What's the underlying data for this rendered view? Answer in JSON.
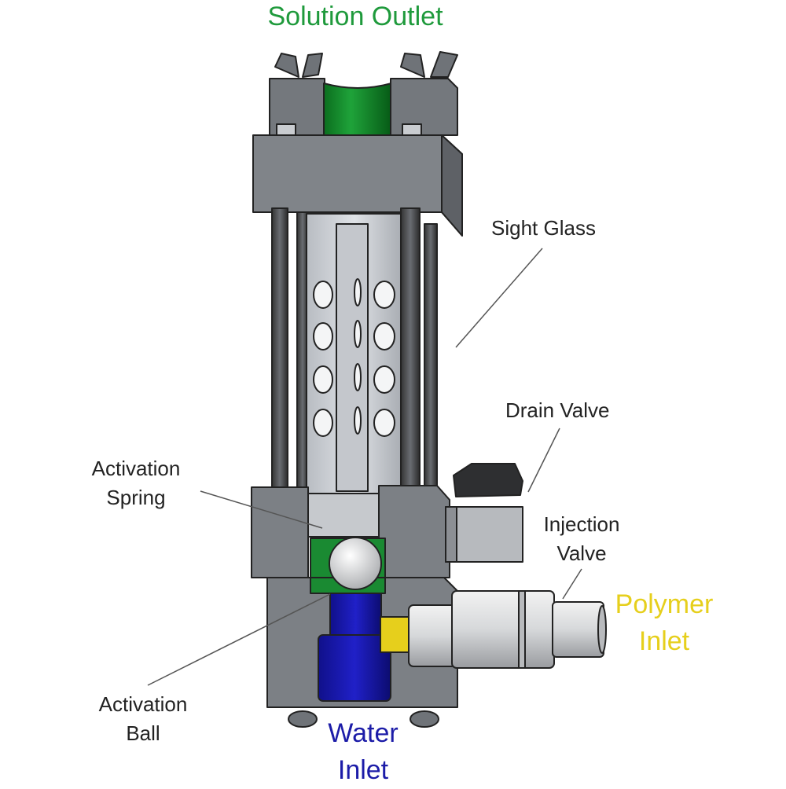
{
  "labels": {
    "solution_outlet": "Solution Outlet",
    "sight_glass": "Sight Glass",
    "drain_valve": "Drain Valve",
    "injection_valve": [
      "Injection",
      "Valve"
    ],
    "activation_spring": [
      "Activation",
      "Spring"
    ],
    "activation_ball": [
      "Activation",
      "Ball"
    ],
    "polymer_inlet": [
      "Polymer",
      "Inlet"
    ],
    "water_inlet": [
      "Water",
      "Inlet"
    ]
  },
  "colors": {
    "solution": "#1f9a3c",
    "polymer": "#e6cf1c",
    "water": "#1c1ca8",
    "text": "#222222"
  }
}
